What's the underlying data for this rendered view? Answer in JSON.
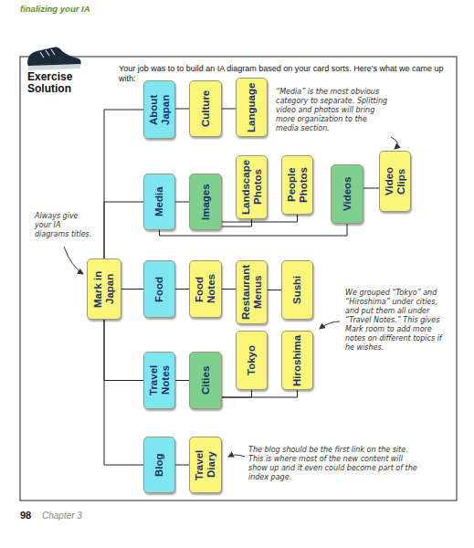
{
  "diagram": {
    "title": "Exercise Solution",
    "nodes": [
      {
        "text": [
          "Mark in Japan"
        ]
      },
      {
        "text": [
          "About Japan"
        ]
      },
      {
        "text": [
          "Culture"
        ]
      },
      {
        "text": [
          "Language"
        ]
      },
      {
        "text": [
          "Media"
        ]
      },
      {
        "text": [
          "Images"
        ]
      },
      {
        "text": [
          "Landscape Photos"
        ]
      },
      {
        "text": [
          "People Photos"
        ]
      },
      {
        "text": [
          "Videos"
        ]
      },
      {
        "text": [
          "Video Clips"
        ]
      },
      {
        "text": [
          "Food"
        ]
      },
      {
        "text": [
          "Food Notes"
        ]
      },
      {
        "text": [
          "Restaurant Menus"
        ]
      },
      {
        "text": [
          "Sushi"
        ]
      },
      {
        "text": [
          "Travel Notes"
        ]
      },
      {
        "text": [
          "Cities"
        ]
      },
      {
        "text": [
          "Tokyo"
        ]
      },
      {
        "text": [
          "Hiroshima"
        ]
      },
      {
        "text": [
          "Blog"
        ]
      },
      {
        "text": [
          "Travel Diary"
        ]
      }
    ],
    "edges": [
      {
        "from": 0,
        "to": 1,
        "arrow": "none"
      },
      {
        "from": 0,
        "to": 4,
        "arrow": "none"
      },
      {
        "from": 0,
        "to": 10,
        "arrow": "none"
      },
      {
        "from": 0,
        "to": 14,
        "arrow": "none"
      },
      {
        "from": 0,
        "to": 18,
        "arrow": "none"
      },
      {
        "from": 1,
        "to": 2,
        "arrow": "none"
      },
      {
        "from": 2,
        "to": 3,
        "arrow": "none"
      },
      {
        "from": 4,
        "to": 5,
        "arrow": "none"
      },
      {
        "from": 4,
        "to": 8,
        "arrow": "none"
      },
      {
        "from": 5,
        "to": 6,
        "arrow": "none"
      },
      {
        "from": 5,
        "to": 7,
        "arrow": "none"
      },
      {
        "from": 8,
        "to": 9,
        "arrow": "none"
      },
      {
        "from": 10,
        "to": 11,
        "arrow": "none"
      },
      {
        "from": 11,
        "to": 12,
        "arrow": "none"
      },
      {
        "from": 12,
        "to": 13,
        "arrow": "none"
      },
      {
        "from": 14,
        "to": 15,
        "arrow": "none"
      },
      {
        "from": 15,
        "to": 16,
        "arrow": "none"
      },
      {
        "from": 15,
        "to": 17,
        "arrow": "none"
      },
      {
        "from": 18,
        "to": 19,
        "arrow": "none"
      }
    ],
    "labels": [
      "finalizing your IA",
      "Your job was to to build an IA diagram based on your card sorts. Here's what we came up with:",
      "“Media” is the most obvious category to separate. Splitting video and photos will bring more organization to the media section.",
      "Always give your IA diagrams titles.",
      "We grouped “Tokyo” and “Hiroshima” under cities, and put them all under “Travel Notes.” This gives Mark room to add more notes on different topics if he wishes.",
      "The blog should be the first link on the site. This is where most of the new content will show up and it even could become part of the index page.",
      "98",
      "Chapter 3"
    ]
  }
}
